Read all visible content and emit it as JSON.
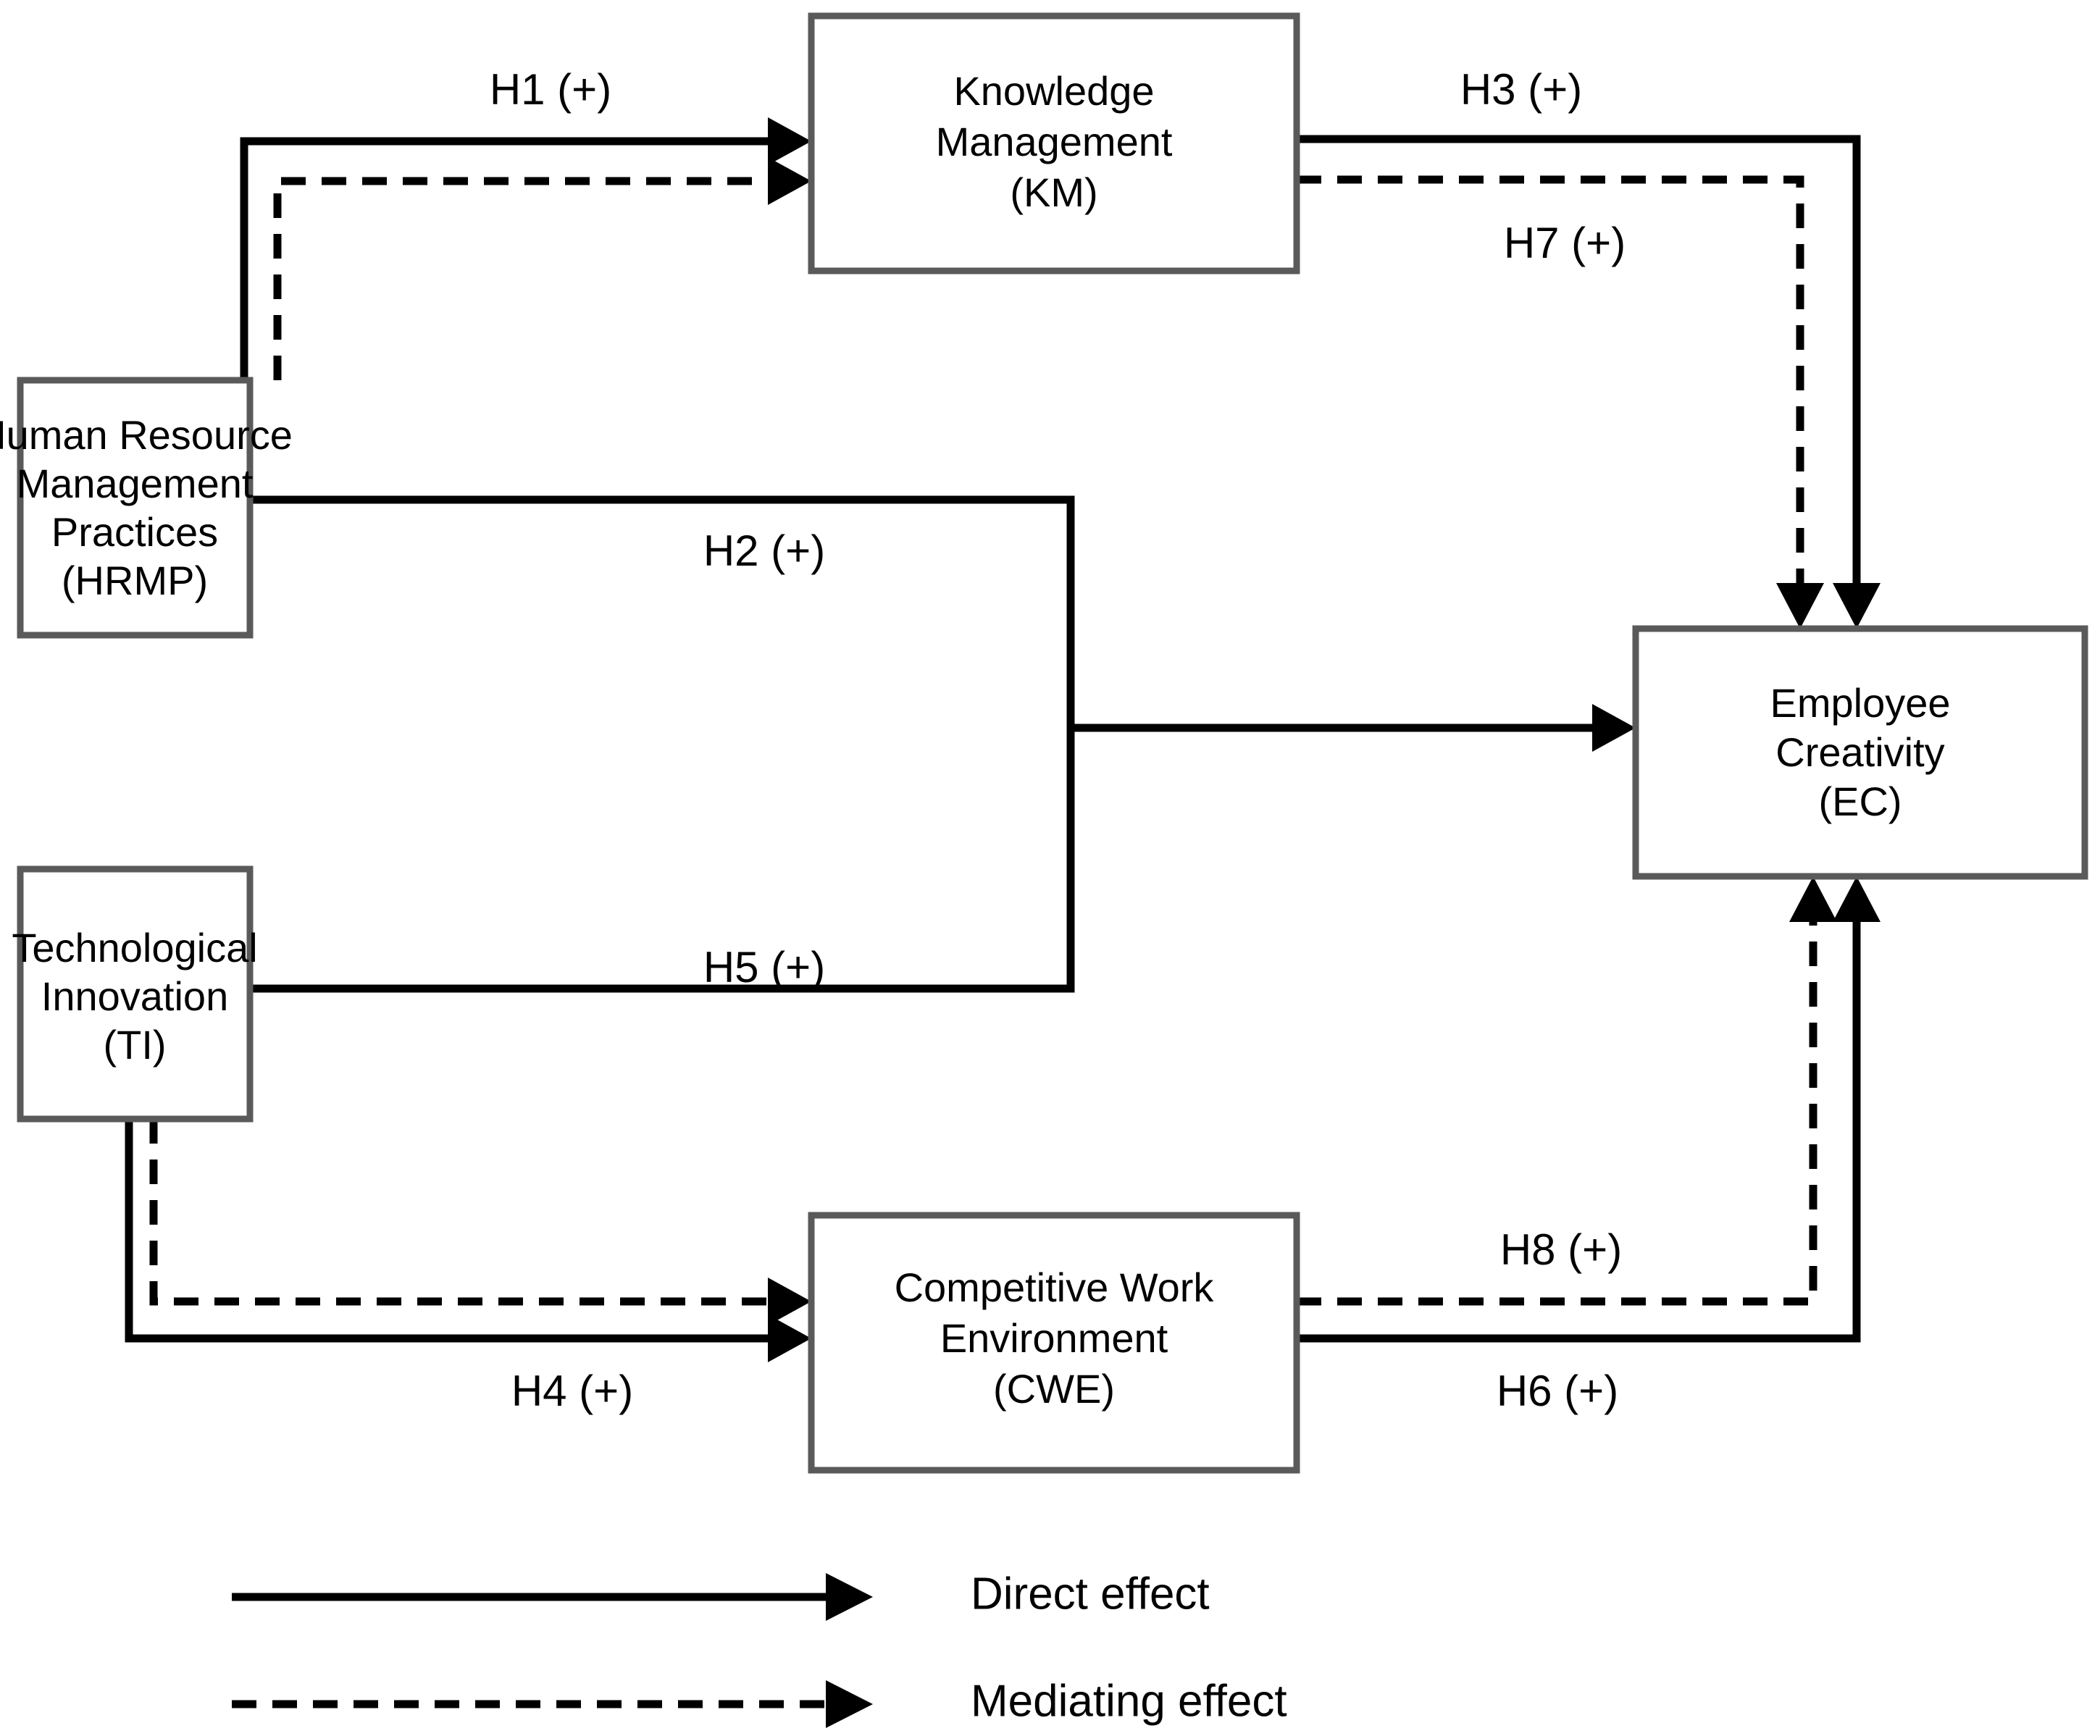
{
  "figure": {
    "type": "conceptual-framework-diagram",
    "title": "",
    "background_color": "#ffffff",
    "node_border_color": "#5a5a5a",
    "edge_color": "#000000"
  },
  "nodes": [
    {
      "id": "KM",
      "name": "knowledge-management",
      "lines": [
        "Knowledge",
        "Management",
        "(KM)"
      ],
      "line1": "Knowledge",
      "line2": "Management",
      "line3": "(KM)"
    },
    {
      "id": "HRMP",
      "name": "human-resource-management-practices",
      "lines": [
        "Human Resource",
        "Management",
        "Practices",
        "(HRMP)"
      ],
      "line1": "Human Resource",
      "line2": "Management",
      "line3": "Practices",
      "line4": "(HRMP)"
    },
    {
      "id": "TI",
      "name": "technological-innovation",
      "lines": [
        "Technological",
        "Innovation",
        "(TI)"
      ],
      "line1": "Technological",
      "line2": "Innovation",
      "line3": "(TI)"
    },
    {
      "id": "CWE",
      "name": "competitive-work-environment",
      "lines": [
        "Competitive Work",
        "Environment",
        "(CWE)"
      ],
      "line1": "Competitive Work",
      "line2": "Environment",
      "line3": "(CWE)"
    },
    {
      "id": "EC",
      "name": "employee-creativity",
      "lines": [
        "Employee",
        "Creativity",
        "(EC)"
      ],
      "line1": "Employee",
      "line2": "Creativity",
      "line3": "(EC)"
    }
  ],
  "hypotheses": [
    {
      "id": "H1",
      "label": "H1 (+)",
      "from": "HRMP",
      "to": "KM",
      "style": "direct"
    },
    {
      "id": "H2",
      "label": "H2 (+)",
      "from": "HRMP",
      "to": "EC",
      "style": "direct"
    },
    {
      "id": "H3",
      "label": "H3 (+)",
      "from": "KM",
      "to": "EC",
      "style": "direct"
    },
    {
      "id": "H4",
      "label": "H4 (+)",
      "from": "TI",
      "to": "CWE",
      "style": "direct"
    },
    {
      "id": "H5",
      "label": "H5 (+)",
      "from": "TI",
      "to": "EC",
      "style": "direct"
    },
    {
      "id": "H6",
      "label": "H6 (+)",
      "from": "CWE",
      "to": "EC",
      "style": "direct"
    },
    {
      "id": "H7",
      "label": "H7 (+)",
      "from": "HRMP",
      "to": "EC",
      "style": "mediating",
      "mediator": "KM"
    },
    {
      "id": "H8",
      "label": "H8 (+)",
      "from": "TI",
      "to": "EC",
      "style": "mediating",
      "mediator": "CWE"
    }
  ],
  "legend": {
    "items": [
      {
        "key": "direct",
        "label": "Direct effect",
        "line_style": "solid"
      },
      {
        "key": "mediating",
        "label": "Mediating effect",
        "line_style": "dashed"
      }
    ],
    "direct_label": "Direct effect",
    "mediating_label": "Mediating effect"
  }
}
